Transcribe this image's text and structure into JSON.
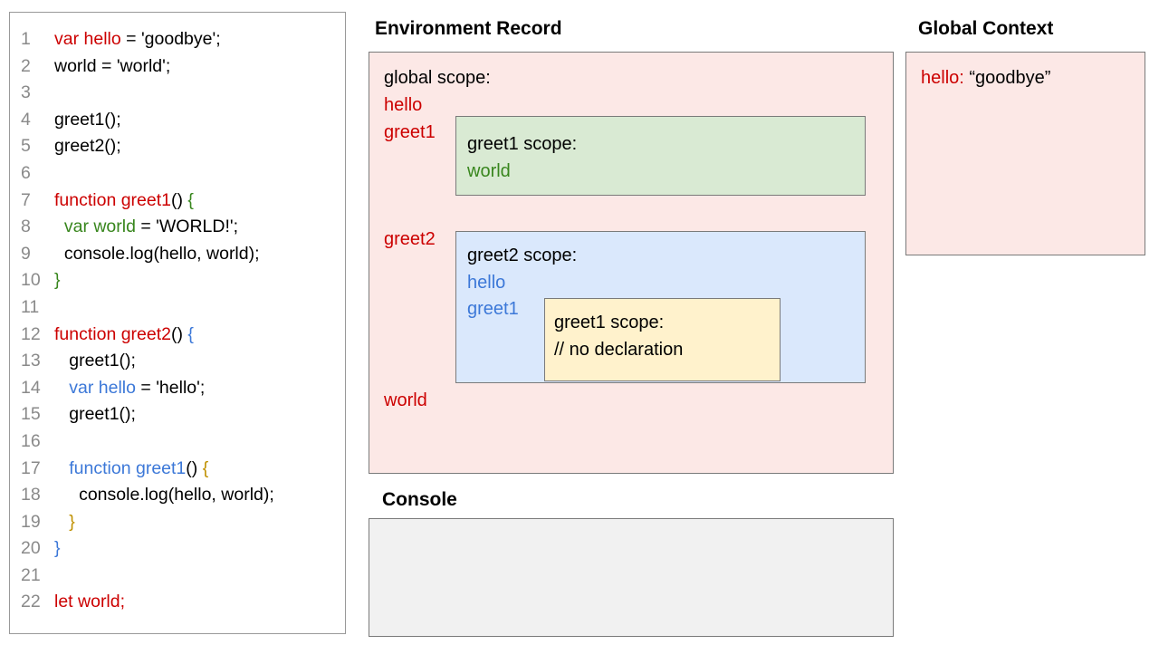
{
  "colors": {
    "black": "#000000",
    "red": "#cc0000",
    "green": "#38861d",
    "blue": "#3c78d8",
    "gold": "#bf9000",
    "gray_line_number": "#8a8a8a",
    "border": "#7a7a7a",
    "pink_fill": "#fce8e6",
    "green_fill": "#d9ead3",
    "blue_fill": "#dae8fc",
    "yellow_fill": "#fff2cc",
    "console_fill": "#f1f1f1"
  },
  "code": {
    "lines": [
      {
        "num": "1",
        "segments": [
          {
            "text": "var hello",
            "color": "red"
          },
          {
            "text": " = 'goodbye';",
            "color": "black"
          }
        ]
      },
      {
        "num": "2",
        "segments": [
          {
            "text": "world = 'world';",
            "color": "black"
          }
        ]
      },
      {
        "num": "3",
        "segments": []
      },
      {
        "num": "4",
        "segments": [
          {
            "text": "greet1();",
            "color": "black"
          }
        ]
      },
      {
        "num": "5",
        "segments": [
          {
            "text": "greet2();",
            "color": "black"
          }
        ]
      },
      {
        "num": "6",
        "segments": []
      },
      {
        "num": "7",
        "segments": [
          {
            "text": "function greet1",
            "color": "red"
          },
          {
            "text": "() ",
            "color": "black"
          },
          {
            "text": "{",
            "color": "green"
          }
        ]
      },
      {
        "num": "8",
        "segments": [
          {
            "text": "  ",
            "color": "black"
          },
          {
            "text": "var world",
            "color": "green"
          },
          {
            "text": " = 'WORLD!';",
            "color": "black"
          }
        ]
      },
      {
        "num": "9",
        "segments": [
          {
            "text": "  console.log(hello, world);",
            "color": "black"
          }
        ]
      },
      {
        "num": "10",
        "segments": [
          {
            "text": "}",
            "color": "green"
          }
        ]
      },
      {
        "num": "11",
        "segments": []
      },
      {
        "num": "12",
        "segments": [
          {
            "text": "function greet2",
            "color": "red"
          },
          {
            "text": "() ",
            "color": "black"
          },
          {
            "text": "{",
            "color": "blue"
          }
        ]
      },
      {
        "num": "13",
        "segments": [
          {
            "text": "   greet1();",
            "color": "black"
          }
        ]
      },
      {
        "num": "14",
        "segments": [
          {
            "text": "   ",
            "color": "black"
          },
          {
            "text": "var hello",
            "color": "blue"
          },
          {
            "text": " = 'hello';",
            "color": "black"
          }
        ]
      },
      {
        "num": "15",
        "segments": [
          {
            "text": "   greet1();",
            "color": "black"
          }
        ]
      },
      {
        "num": "16",
        "segments": []
      },
      {
        "num": "17",
        "segments": [
          {
            "text": "   ",
            "color": "black"
          },
          {
            "text": "function greet1",
            "color": "blue"
          },
          {
            "text": "() ",
            "color": "black"
          },
          {
            "text": "{",
            "color": "gold"
          }
        ]
      },
      {
        "num": "18",
        "segments": [
          {
            "text": "     console.log(hello, world);",
            "color": "black"
          }
        ]
      },
      {
        "num": "19",
        "segments": [
          {
            "text": "   ",
            "color": "black"
          },
          {
            "text": "}",
            "color": "gold"
          }
        ]
      },
      {
        "num": "20",
        "segments": [
          {
            "text": "}",
            "color": "blue"
          }
        ]
      },
      {
        "num": "21",
        "segments": []
      },
      {
        "num": "22",
        "segments": [
          {
            "text": "let world;",
            "color": "red"
          }
        ]
      }
    ]
  },
  "environment_record": {
    "title": "Environment Record",
    "global_scope": {
      "label": "global scope:",
      "var_hello": "hello",
      "var_greet1": "greet1",
      "var_greet2": "greet2",
      "var_world": "world"
    },
    "greet1_scope": {
      "label": "greet1 scope:",
      "var_world": "world"
    },
    "greet2_scope": {
      "label": "greet2 scope:",
      "var_hello": "hello",
      "var_greet1": "greet1",
      "inner_greet1_scope": {
        "label": "greet1 scope:",
        "comment": "// no declaration"
      }
    }
  },
  "global_context": {
    "title": "Global Context",
    "entry": {
      "key": "hello:",
      "value": " “goodbye”"
    }
  },
  "console_panel": {
    "title": "Console"
  }
}
